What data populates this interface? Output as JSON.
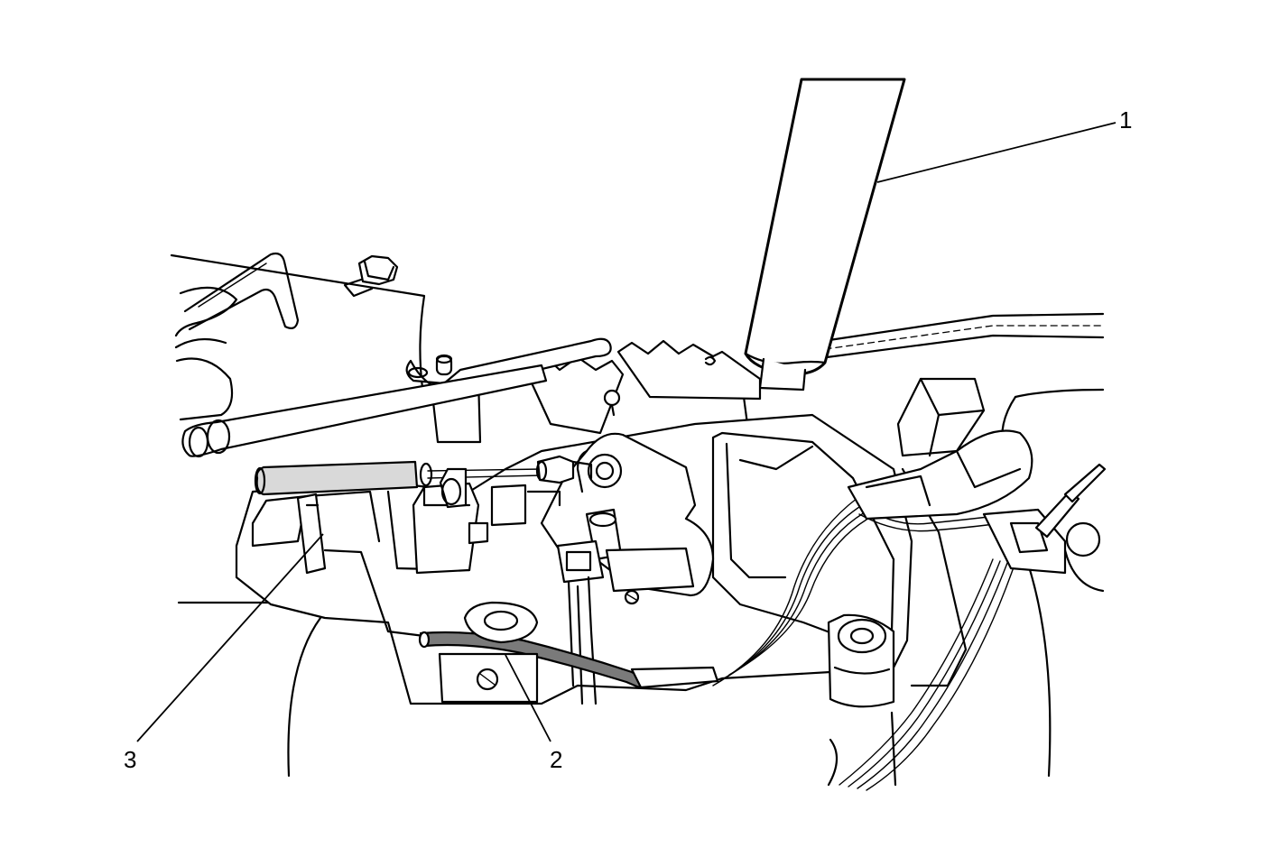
{
  "diagram": {
    "callouts": [
      {
        "id": "1",
        "label": "1"
      },
      {
        "id": "2",
        "label": "2"
      },
      {
        "id": "3",
        "label": "3"
      }
    ],
    "colors": {
      "line": "#000000",
      "background": "#ffffff",
      "tube_fill": "#d9d9d9",
      "wire_fill": "#7a7a7a"
    }
  }
}
